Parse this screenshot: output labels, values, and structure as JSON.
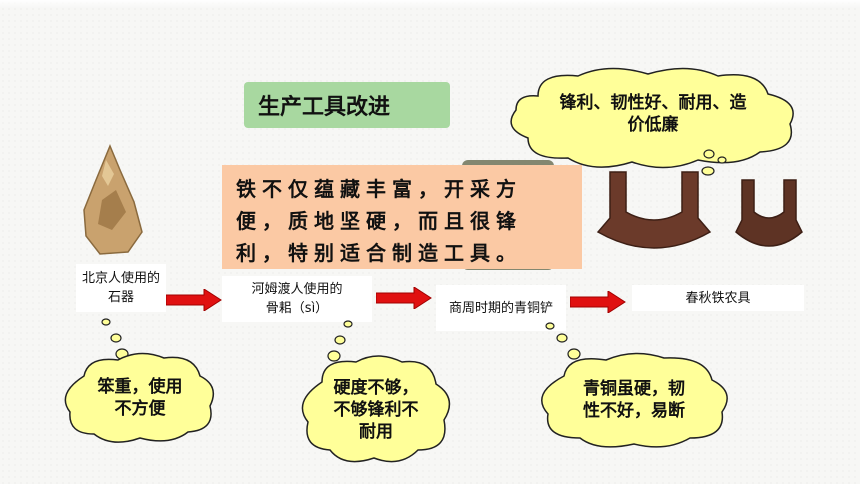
{
  "title": "生产工具改进",
  "note": "铁不仅蕴藏丰富，开采方便，质地坚硬，而且很锋利，特别适合制造工具。",
  "stages": [
    {
      "label": "北京人使用的石器"
    },
    {
      "label": "河姆渡人使用的骨耜（sì）"
    },
    {
      "label": "商周时期的青铜铲"
    },
    {
      "label": "春秋铁农具"
    }
  ],
  "clouds": {
    "stone": "笨重，使用不方便",
    "bone": "硬度不够，不够锋利不耐用",
    "bronze": "青铜虽硬，韧性不好，易断",
    "iron": "锋利、韧性好、耐用、造价低廉"
  },
  "colors": {
    "title_bg": "#a8d8a0",
    "note_bg": "#fbc9a4",
    "cloud_fill": "#ffff99",
    "arrow_red": "#e01010"
  }
}
